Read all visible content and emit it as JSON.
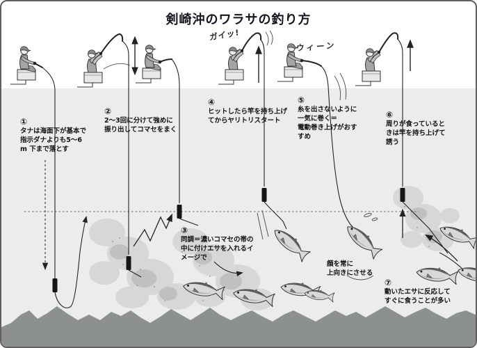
{
  "title": "剣崎沖のワラサの釣り方",
  "steps": [
    {
      "num": "①",
      "text": "タナは海面下が基本で\n指示ダナよりも5〜6\nm 下まで落とす"
    },
    {
      "num": "②",
      "text": "2〜3回に分けて強めに\n振り出してコマセをまく"
    },
    {
      "num": "③",
      "text": "同調＝濃いコマセの帯の\n中に付けエサを入れるイ\nメージで"
    },
    {
      "num": "④",
      "text": "ヒットしたら竿を持ち上げ\nてからヤリトリスタート"
    },
    {
      "num": "⑤",
      "text": "糸を出さないように\n一気に巻く＝\n電動巻き上げがおす\nすめ"
    },
    {
      "num": "⑥",
      "text": "周りが食っていると\nきは竿を持ち上げて\n誘う"
    },
    {
      "num": "⑦",
      "text": "動いたエサに反応して\nすぐに食うことが多い"
    }
  ],
  "labels": {
    "fish_face": "顔を常に\n上向きにさせる",
    "sfx_pull": "ガイッ!",
    "sfx_reel": "ウィーン"
  },
  "colors": {
    "water": "#ececec",
    "seafloor": "#8d9091",
    "chum_cloud": "#d7d7d7",
    "ink": "#222222"
  }
}
